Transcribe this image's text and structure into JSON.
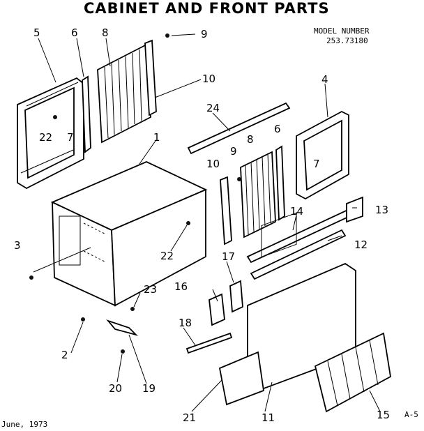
{
  "title": "CABINET AND FRONT PARTS",
  "model_label": "MODEL NUMBER",
  "model_number": "253.73180",
  "date": "June, 1973",
  "page_code": "A-5",
  "callouts": [
    "1",
    "2",
    "3",
    "4",
    "5",
    "6",
    "6",
    "7",
    "7",
    "8",
    "8",
    "9",
    "9",
    "10",
    "10",
    "11",
    "12",
    "13",
    "14",
    "15",
    "16",
    "17",
    "18",
    "19",
    "20",
    "21",
    "22",
    "22",
    "23",
    "24"
  ]
}
